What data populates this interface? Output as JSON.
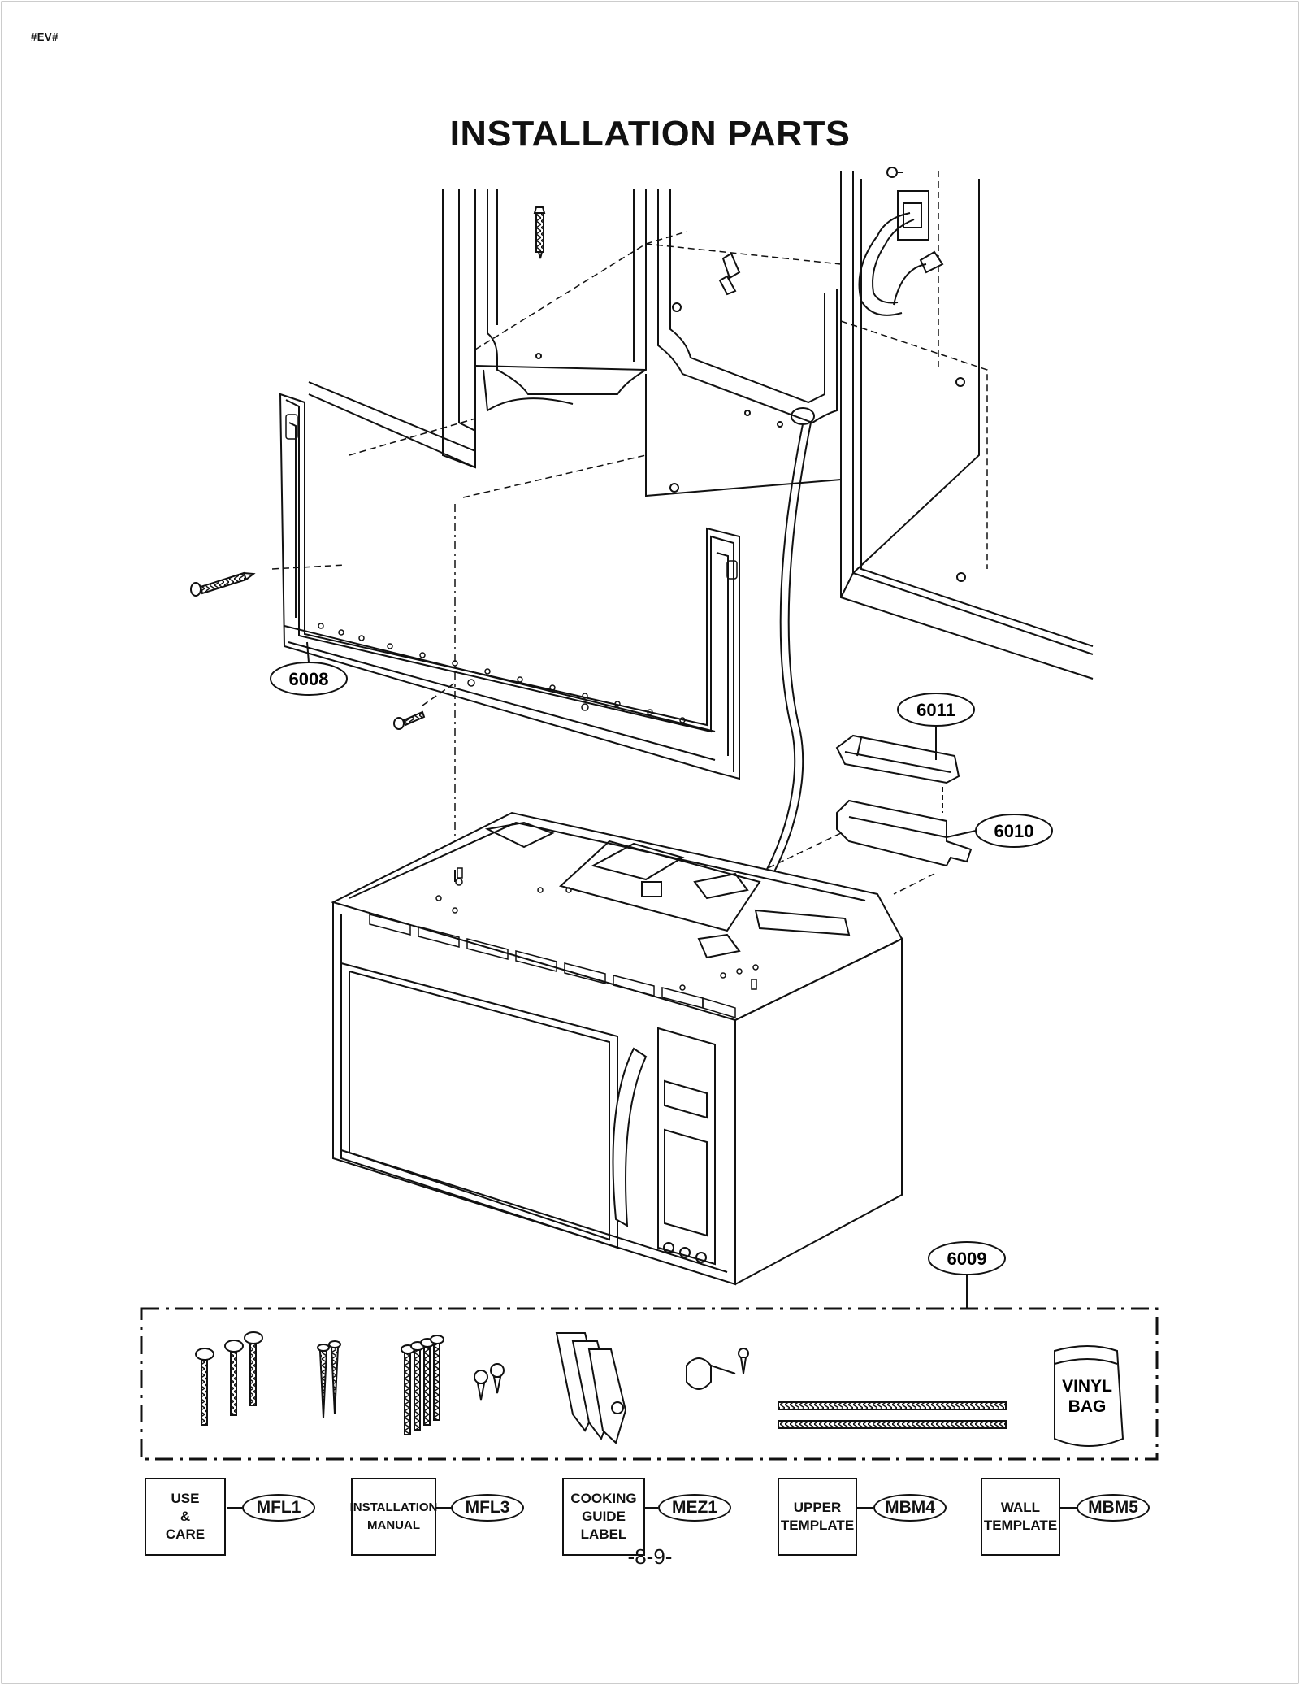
{
  "header": {
    "corner_tag": "#EV#",
    "title": "INSTALLATION PARTS"
  },
  "callouts": {
    "p6008": "6008",
    "p6011": "6011",
    "p6010": "6010",
    "p6009": "6009"
  },
  "kit": {
    "vinyl_bag": "VINYL\nBAG"
  },
  "documents": [
    {
      "label": "USE\n&\nCARE",
      "code": "MFL1"
    },
    {
      "label": "INSTALLATION\nMANUAL",
      "code": "MFL3"
    },
    {
      "label": "COOKING\nGUIDE\nLABEL",
      "code": "MEZ1"
    },
    {
      "label": "UPPER\nTEMPLATE",
      "code": "MBM4"
    },
    {
      "label": "WALL\nTEMPLATE",
      "code": "MBM5"
    }
  ],
  "footer": {
    "page_number": "-8-9-"
  }
}
